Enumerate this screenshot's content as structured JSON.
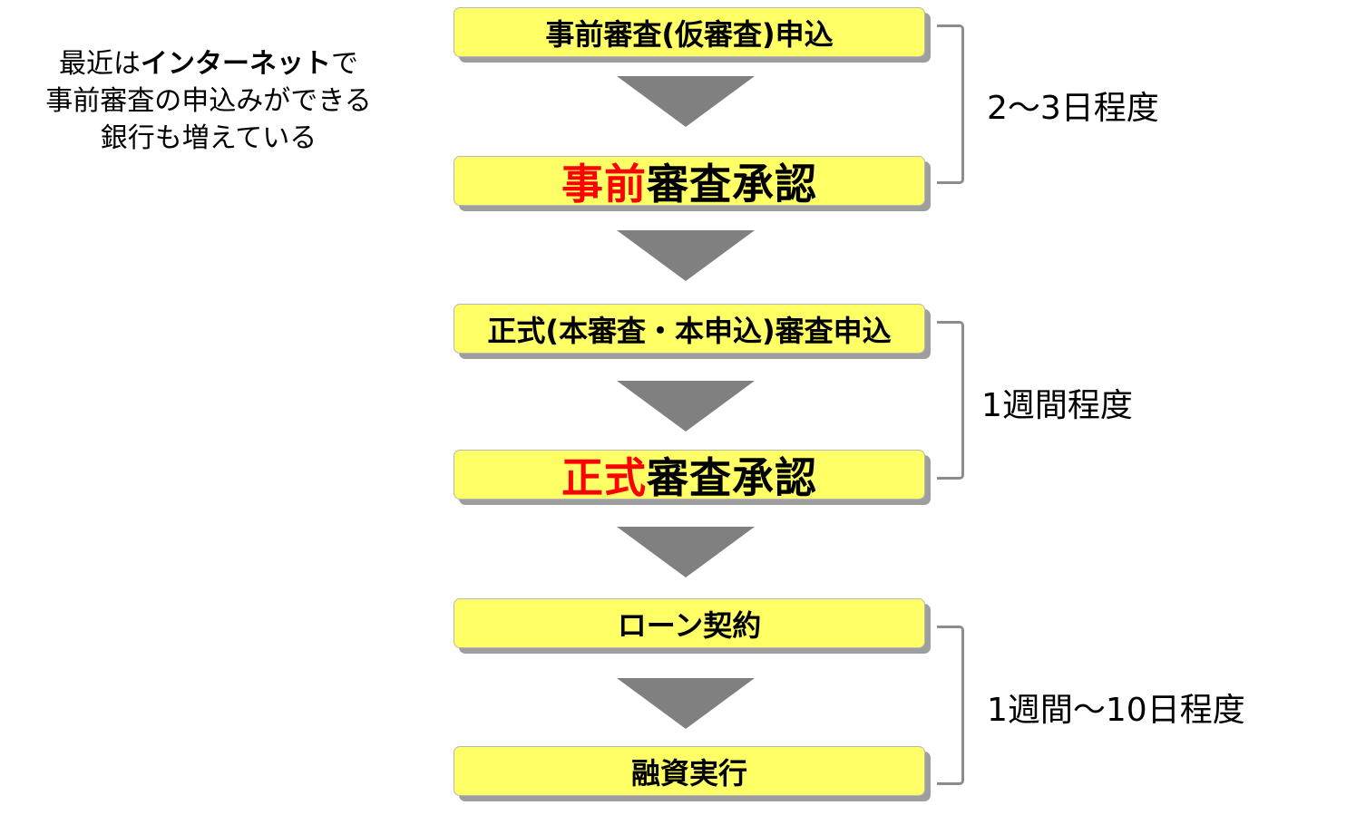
{
  "note": {
    "line1_pre": "最近は",
    "line1_bold": "インターネット",
    "line1_post": "で",
    "line2": "事前審査の申込みができる",
    "line3": "銀行も増えている"
  },
  "steps": [
    {
      "text": "事前審査(仮審査)申込"
    },
    {
      "highlight": "事前",
      "text": "審査承認"
    },
    {
      "text": "正式(本審査・本申込)審査申込"
    },
    {
      "highlight": "正式",
      "text": "審査承認"
    },
    {
      "text": "ローン契約"
    },
    {
      "text": "融資実行"
    }
  ],
  "durations": [
    "2～3日程度",
    "1週間程度",
    "1週間～10日程度"
  ],
  "colors": {
    "box_fill": "#ffff66",
    "highlight": "#ff0000",
    "arrow": "#808080",
    "bracket": "#8c8c8c"
  }
}
